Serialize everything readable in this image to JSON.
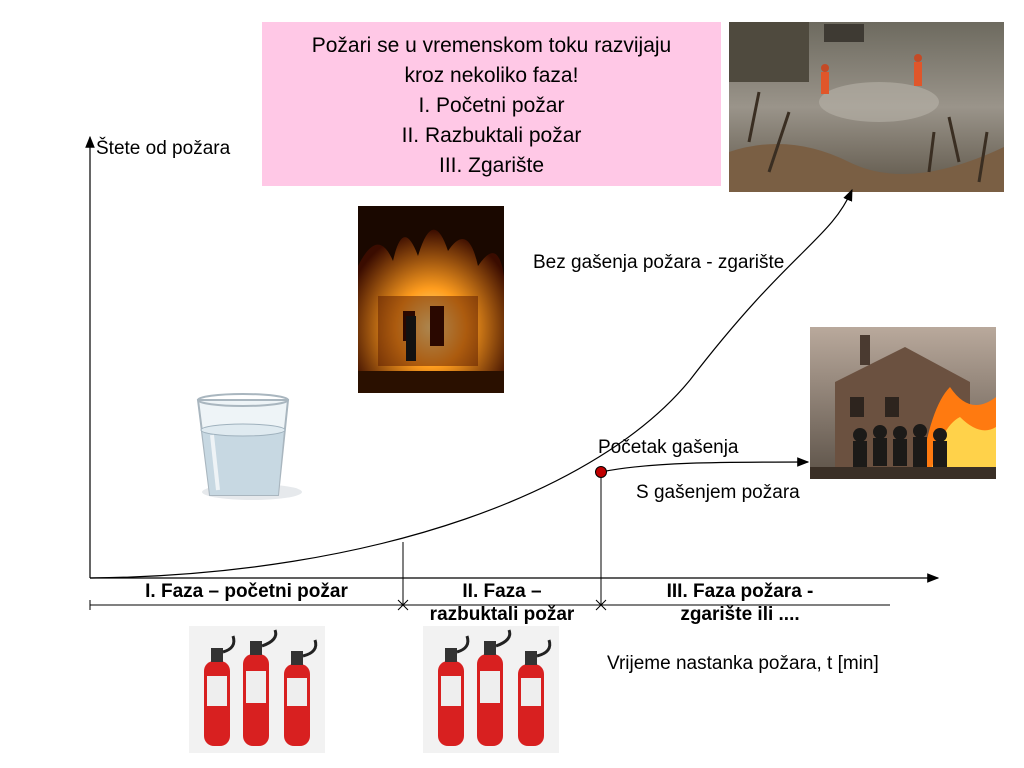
{
  "info": {
    "line1": "Požari se u vremenskom toku razvijaju",
    "line2": "kroz nekoliko faza!",
    "line3": "I.   Početni požar",
    "line4": "II.  Razbuktali požar",
    "line5": "III. Zgarište"
  },
  "axis": {
    "y_label": "Štete od požara",
    "x_label": "Vrijeme nastanka požara, t [min]"
  },
  "curves": {
    "without_extinguishing": "Bez gašenja požara - zgarište",
    "start_extinguishing": "Početak gašenja",
    "with_extinguishing": "S gašenjem požara"
  },
  "phases": {
    "phase1": "I. Faza – početni požar",
    "phase2_line1": "II. Faza –",
    "phase2_line2": "razbuktali požar",
    "phase3_line1": "III. Faza požara -",
    "phase3_line2": "zgarište ili ...."
  },
  "colors": {
    "info_bg": "#ffc8e6",
    "marker": "#c00000",
    "fire": "#ff8c00"
  }
}
